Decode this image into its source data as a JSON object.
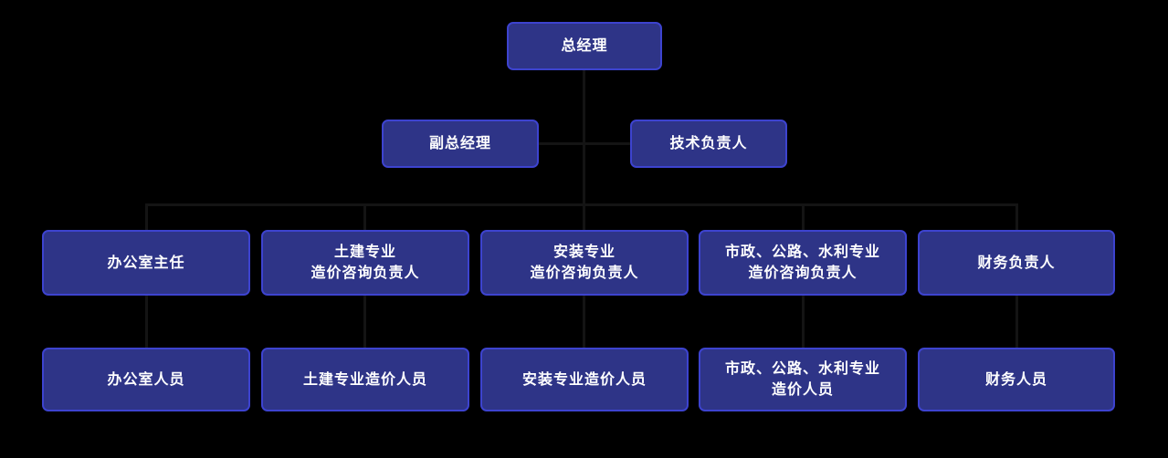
{
  "diagram_type": "org-chart",
  "colors": {
    "background": "#000000",
    "node_fill": "#2e3487",
    "node_border": "#3d43cf",
    "node_text": "#ffffff",
    "connector": "#141414"
  },
  "nodes": {
    "general_manager": {
      "label": "总经理"
    },
    "deputy_general_manager": {
      "label": "副总经理"
    },
    "technical_director": {
      "label": "技术负责人"
    },
    "office_director": {
      "label": "办公室主任"
    },
    "civil_consulting_lead": {
      "label": "土建专业\n造价咨询负责人"
    },
    "installation_consulting_lead": {
      "label": "安装专业\n造价咨询负责人"
    },
    "municipal_consulting_lead": {
      "label": "市政、公路、水利专业\n造价咨询负责人"
    },
    "finance_lead": {
      "label": "财务负责人"
    },
    "office_staff": {
      "label": "办公室人员"
    },
    "civil_cost_staff": {
      "label": "土建专业造价人员"
    },
    "installation_cost_staff": {
      "label": "安装专业造价人员"
    },
    "municipal_cost_staff": {
      "label": "市政、公路、水利专业\n造价人员"
    },
    "finance_staff": {
      "label": "财务人员"
    }
  },
  "edges": [
    {
      "from": "总经理",
      "to": "副总经理"
    },
    {
      "from": "总经理",
      "to": "技术负责人"
    },
    {
      "from": "总经理",
      "to": "办公室主任"
    },
    {
      "from": "总经理",
      "to": "土建专业造价咨询负责人"
    },
    {
      "from": "总经理",
      "to": "安装专业造价咨询负责人"
    },
    {
      "from": "总经理",
      "to": "市政、公路、水利专业造价咨询负责人"
    },
    {
      "from": "总经理",
      "to": "财务负责人"
    },
    {
      "from": "办公室主任",
      "to": "办公室人员"
    },
    {
      "from": "土建专业造价咨询负责人",
      "to": "土建专业造价人员"
    },
    {
      "from": "安装专业造价咨询负责人",
      "to": "安装专业造价人员"
    },
    {
      "from": "市政、公路、水利专业造价咨询负责人",
      "to": "市政、公路、水利专业造价人员"
    },
    {
      "from": "财务负责人",
      "to": "财务人员"
    }
  ]
}
